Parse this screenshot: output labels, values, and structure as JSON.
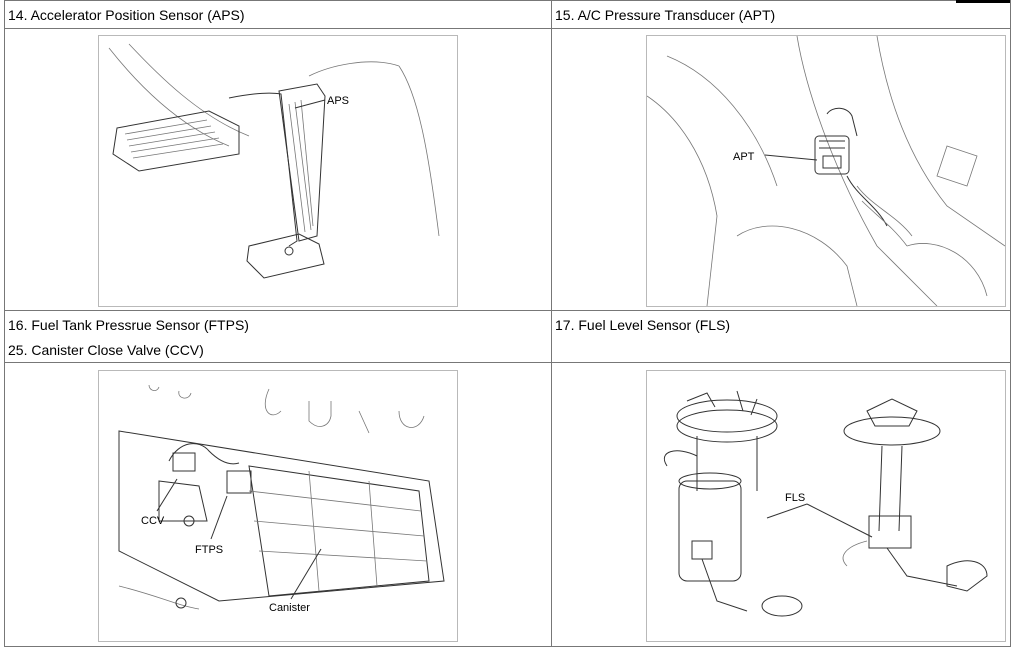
{
  "cells": {
    "aps": {
      "title": "14. Accelerator Position Sensor (APS)",
      "label": "APS"
    },
    "apt": {
      "title": "15. A/C Pressure Transducer (APT)",
      "label": "APT"
    },
    "ftps": {
      "title_line1": "16. Fuel Tank Pressrue Sensor (FTPS)",
      "title_line2": "25. Canister Close Valve (CCV)",
      "label_ccv": "CCV",
      "label_ftps": "FTPS",
      "label_canister": "Canister"
    },
    "fls": {
      "title": "17. Fuel Level Sensor (FLS)",
      "label": "FLS"
    }
  }
}
